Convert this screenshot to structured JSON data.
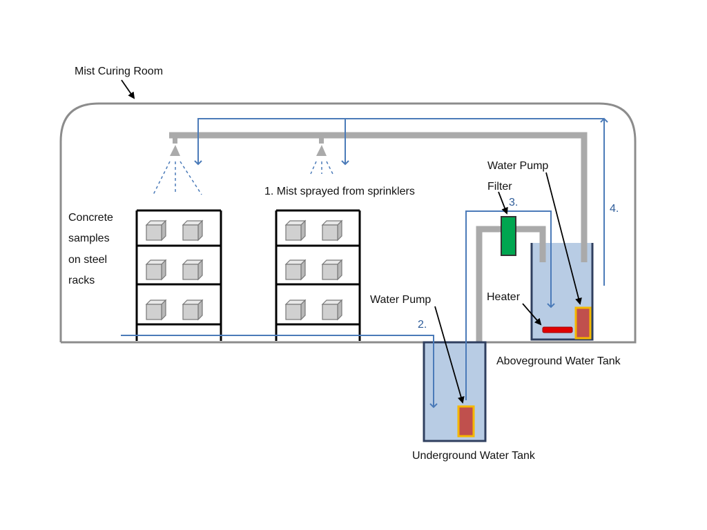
{
  "labels": {
    "room": "Mist Curing Room",
    "step1": "1. Mist sprayed from sprinklers",
    "samples": [
      "Concrete",
      "samples",
      "on steel",
      "racks"
    ],
    "water_pump_upper": "Water Pump",
    "filter": "Filter",
    "step3": "3.",
    "step4": "4.",
    "water_pump_lower": "Water Pump",
    "heater": "Heater",
    "step2": "2.",
    "aboveground_tank": "Aboveground Water Tank",
    "underground_tank": "Underground Water Tank"
  },
  "colors": {
    "pipe_gray": "#aaaaaa",
    "outline_gray": "#8c8c8c",
    "flow_blue": "#4a7ab8",
    "tank_fill": "#b8cce4",
    "tank_border": "#2f3f5f",
    "pump_red": "#c0504d",
    "pump_border": "#f5b800",
    "filter_green": "#00a650",
    "heater_red": "#e00000",
    "cube_fill": "#d0d0d0",
    "rack_black": "#000000"
  }
}
